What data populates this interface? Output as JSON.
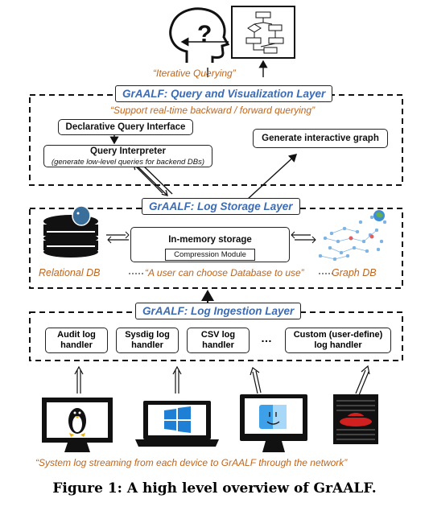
{
  "top": {
    "iterative_querying": "“Iterative Querying”"
  },
  "query_layer": {
    "title": "GrAALF: Query and Visualization Layer",
    "quote": "“Support real-time backward / forward querying”",
    "declarative": "Declarative Query Interface",
    "interpreter": "Query Interpreter",
    "interpreter_sub": "(generate low-level queries for backend DBs)",
    "graph": "Generate interactive graph"
  },
  "storage_layer": {
    "title": "GrAALF: Log Storage Layer",
    "inmemory": "In-memory storage",
    "compression": "Compression Module",
    "relational": "Relational DB",
    "graphdb": "Graph DB",
    "quote": "“A user can choose Database to use”"
  },
  "ingestion_layer": {
    "title": "GrAALF: Log Ingestion Layer",
    "handlers": [
      {
        "line1": "Audit log",
        "line2": "handler"
      },
      {
        "line1": "Sysdig log",
        "line2": "handler"
      },
      {
        "line1": "CSV log",
        "line2": "handler"
      },
      {
        "line1": "Custom (user-define)",
        "line2": "log handler"
      }
    ],
    "ellipsis": "…"
  },
  "devices": {
    "quote": "“System log streaming from each device to GrAALF through the network”",
    "icons": [
      "linux-icon",
      "windows-icon",
      "mac-icon",
      "redhat-server-icon"
    ]
  },
  "caption": "Figure 1: A high level overview of GrAALF."
}
